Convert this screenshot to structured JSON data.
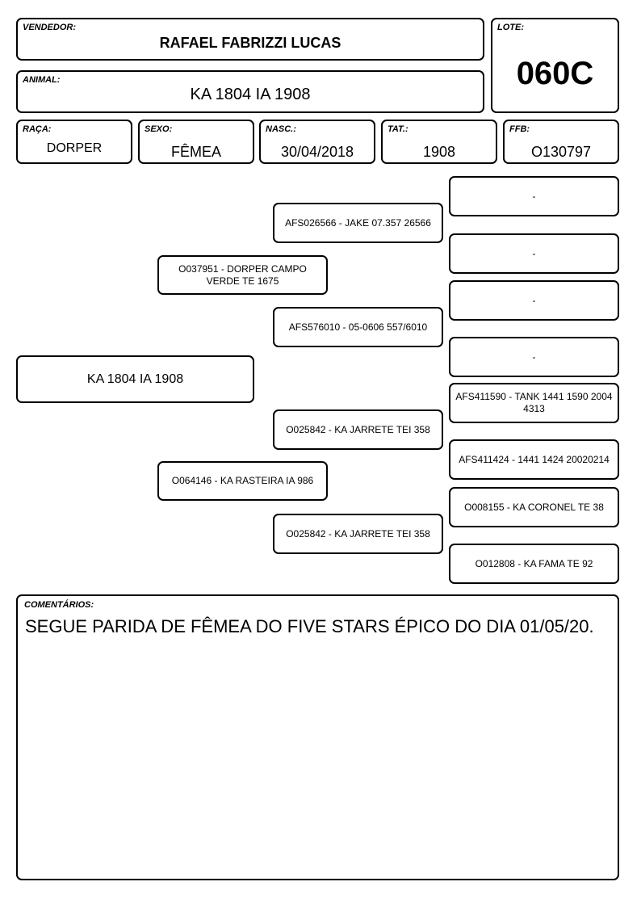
{
  "header": {
    "vendedor_label": "VENDEDOR:",
    "vendedor": "RAFAEL FABRIZZI LUCAS",
    "lote_label": "LOTE:",
    "lote": "060C",
    "animal_label": "ANIMAL:",
    "animal": "KA 1804 IA 1908"
  },
  "details": {
    "raca_label": "RAÇA:",
    "raca": "DORPER",
    "sexo_label": "SEXO:",
    "sexo": "FÊMEA",
    "nasc_label": "NASC.:",
    "nasc": "30/04/2018",
    "tat_label": "TAT.:",
    "tat": "1908",
    "ffb_label": "FFB:",
    "ffb": "O130797"
  },
  "pedigree": {
    "animal": "KA 1804 IA 1908",
    "sire": "O037951 - DORPER CAMPO VERDE TE 1675",
    "dam": "O064146 - KA RASTEIRA IA 986",
    "sire_sire": "AFS026566 - JAKE 07.357 26566",
    "sire_dam": "AFS576010 - 05-0606 557/6010",
    "dam_sire": "O025842 - KA JARRETE TEI 358",
    "dam_dam": "O025842 - KA JARRETE TEI 358",
    "ggp": [
      "-",
      "-",
      "-",
      "-",
      "AFS411590 - TANK 1441 1590 2004 4313",
      "AFS411424 - 1441 1424 20020214",
      "O008155 - KA CORONEL TE 38",
      "O012808 - KA FAMA TE 92"
    ]
  },
  "comments": {
    "label": "COMENTÁRIOS:",
    "text": "SEGUE PARIDA DE FÊMEA DO FIVE STARS ÉPICO DO DIA 01/05/20."
  }
}
